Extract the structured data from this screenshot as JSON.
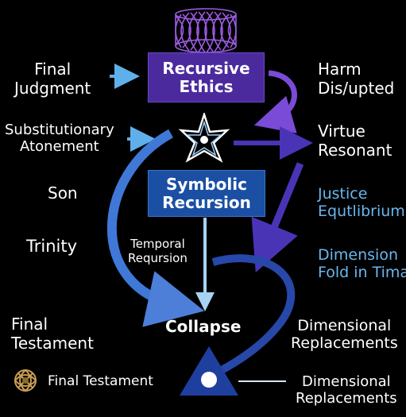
{
  "nodes": {
    "recursive_ethics": "Recursive\nEthics",
    "symbolic_recursion": "Symbolic\nRecursion",
    "collapse": "Collapse",
    "temporal_recursion": "Temporal\nReqursion"
  },
  "left_labels": {
    "final_judgment": "Final\nJudgment",
    "substitutionary_atonement": "Substitutionary\nAtonement",
    "son": "Son",
    "trinity": "Trinity",
    "final_testament": "Final\nTestament",
    "final_testament_footer": "Final Testament"
  },
  "right_labels": {
    "harm_disrupted": "Harm\nDis/upted",
    "virtue_resonant": "Virtue\nResonant",
    "justice_equilibrium": "Justice\nEqutlibrium",
    "dimensional_fold": "Dimension\nFold in Tima",
    "dimensional_replacements_1": "Dimensional\nReplacements",
    "dimensional_replacements_2": "Dimensional\nReplacements"
  },
  "colors": {
    "background": "#000000",
    "purple_box": "#4b2a9e",
    "blue_box": "#1b4fa3",
    "accent_blue": "#6ab7ef",
    "arrow_purple": "#5a3fc0"
  },
  "icons": [
    "mesh-torus-icon",
    "star-heptagram-icon",
    "triangle-circle-icon",
    "gold-knot-icon"
  ]
}
